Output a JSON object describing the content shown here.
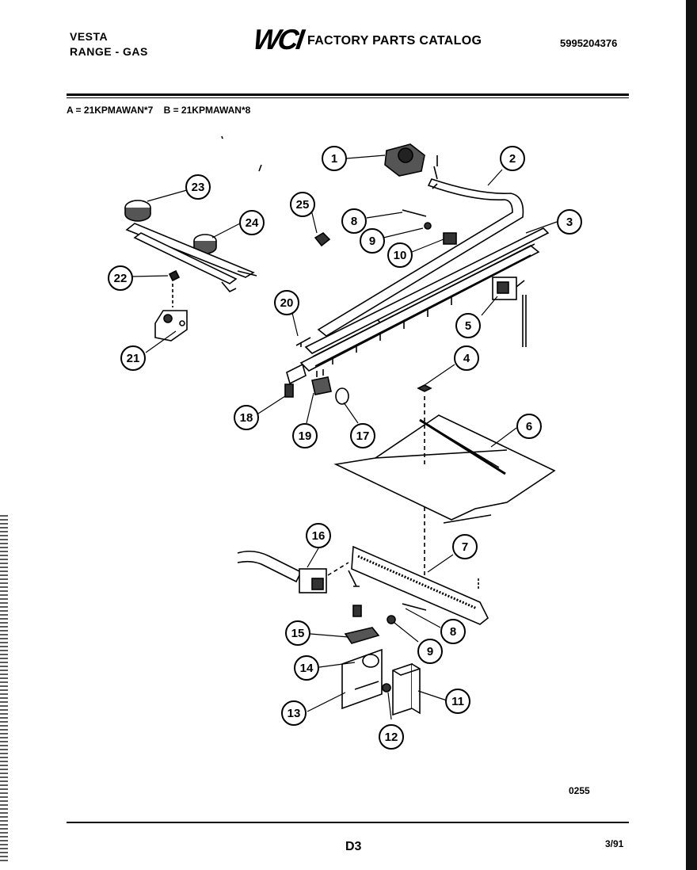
{
  "header": {
    "brand_line1": "VESTA",
    "brand_line2": "RANGE - GAS",
    "logo_text": "WCI",
    "catalog_title": "FACTORY PARTS CATALOG",
    "part_number": "5995204376",
    "model_line": "A = 21KPMAWAN*7    B = 21KPMAWAN*8"
  },
  "diagram": {
    "callouts": [
      "1",
      "2",
      "3",
      "4",
      "5",
      "6",
      "7",
      "8",
      "9",
      "10",
      "11",
      "12",
      "13",
      "14",
      "15",
      "16",
      "17",
      "18",
      "19",
      "20",
      "21",
      "22",
      "23",
      "24",
      "25"
    ],
    "reference_code": "0255"
  },
  "footer": {
    "page_code": "D3",
    "revision_date": "3/91"
  }
}
